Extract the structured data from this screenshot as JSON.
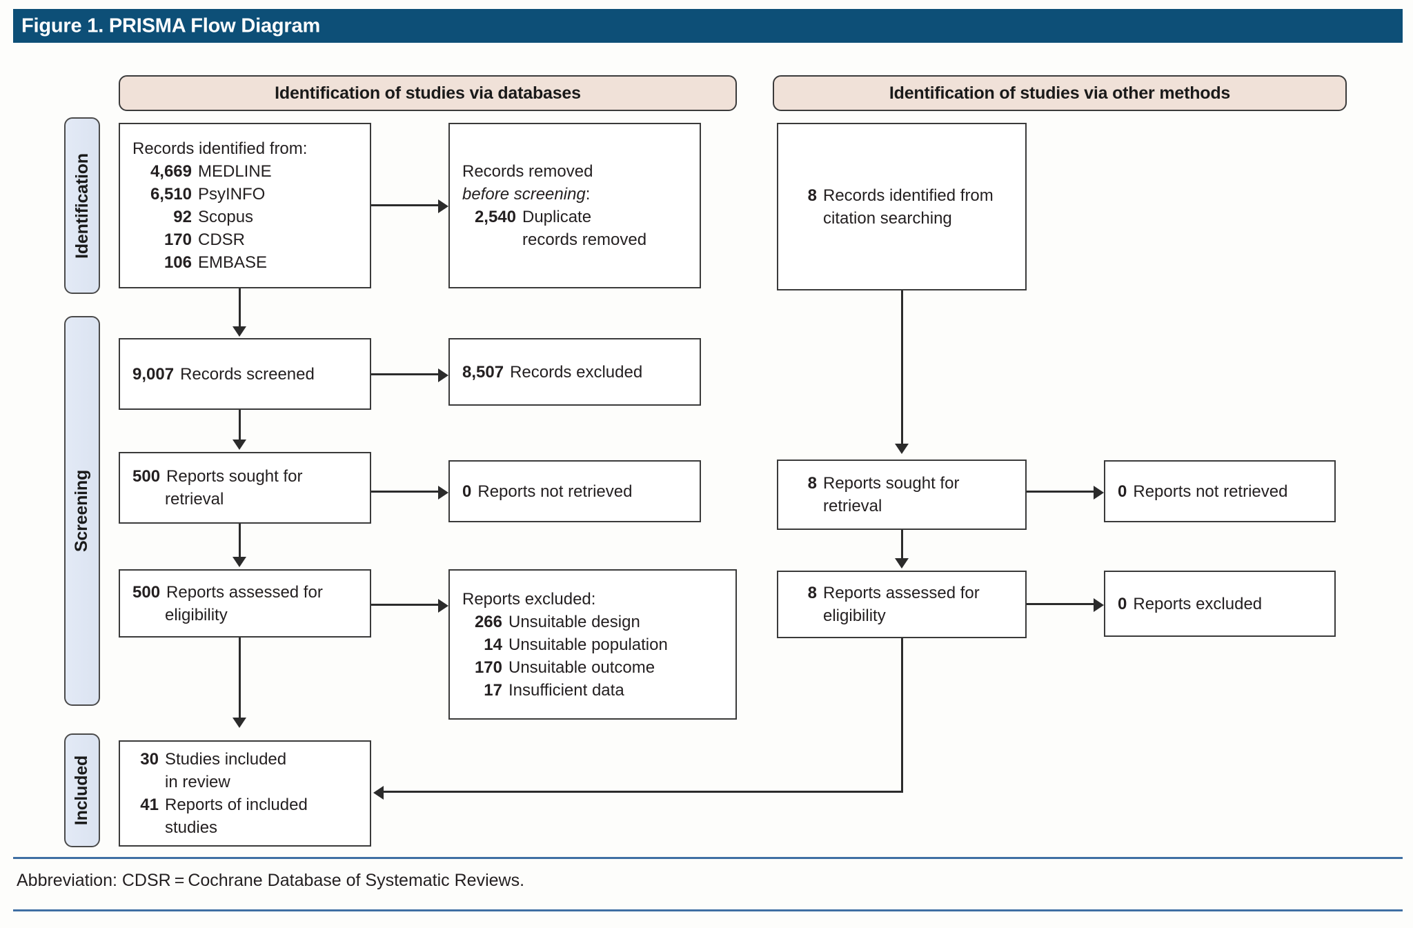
{
  "figure": {
    "title": "Figure 1. PRISMA Flow Diagram",
    "footnote": "Abbreviation: CDSR = Cochrane Database of Systematic Reviews."
  },
  "colors": {
    "title_bar": "#0d4f77",
    "section_header": "#f0e1d8",
    "stage_tab": "#dde5f2",
    "box_border": "#3a3a3a",
    "rule": "#3f6fa3"
  },
  "headers": {
    "databases": "Identification of studies via databases",
    "other_methods": "Identification of studies via other methods"
  },
  "stages": {
    "identification": "Identification",
    "screening": "Screening",
    "included": "Included"
  },
  "databases_column": {
    "records_identified": {
      "heading": "Records identified from:",
      "sources": [
        {
          "count": "4,669",
          "label": "MEDLINE"
        },
        {
          "count": "6,510",
          "label": "PsyINFO"
        },
        {
          "count": "92",
          "label": "Scopus"
        },
        {
          "count": "170",
          "label": "CDSR"
        },
        {
          "count": "106",
          "label": "EMBASE"
        }
      ]
    },
    "records_removed": {
      "line1": "Records removed",
      "line2_italic": "before screening",
      "line2_colon": ":",
      "count": "2,540",
      "label_line1": "Duplicate",
      "label_line2": "records removed"
    },
    "records_screened": {
      "count": "9,007",
      "label": "Records screened"
    },
    "records_excluded": {
      "count": "8,507",
      "label": "Records excluded"
    },
    "reports_sought": {
      "count": "500",
      "label_line1": "Reports sought for",
      "label_line2": "retrieval"
    },
    "reports_not_retrieved": {
      "count": "0",
      "label": "Reports not retrieved"
    },
    "reports_assessed": {
      "count": "500",
      "label_line1": "Reports assessed for",
      "label_line2": "eligibility"
    },
    "reports_excluded": {
      "heading": "Reports excluded:",
      "reasons": [
        {
          "count": "266",
          "label": "Unsuitable design"
        },
        {
          "count": "14",
          "label": "Unsuitable population"
        },
        {
          "count": "170",
          "label": "Unsuitable outcome"
        },
        {
          "count": "17",
          "label": "Insufficient data"
        }
      ]
    },
    "studies_included": {
      "studies_count": "30",
      "studies_label_line1": "Studies included",
      "studies_label_line2": "in review",
      "reports_count": "41",
      "reports_label_line1": "Reports of included",
      "reports_label_line2": "studies"
    }
  },
  "other_methods_column": {
    "records_identified": {
      "count": "8",
      "label_line1": "Records identified from",
      "label_line2": "citation searching"
    },
    "reports_sought": {
      "count": "8",
      "label_line1": "Reports sought for",
      "label_line2": "retrieval"
    },
    "reports_not_retrieved": {
      "count": "0",
      "label": "Reports not retrieved"
    },
    "reports_assessed": {
      "count": "8",
      "label_line1": "Reports assessed for",
      "label_line2": "eligibility"
    },
    "reports_excluded": {
      "count": "0",
      "label": "Reports excluded"
    }
  }
}
